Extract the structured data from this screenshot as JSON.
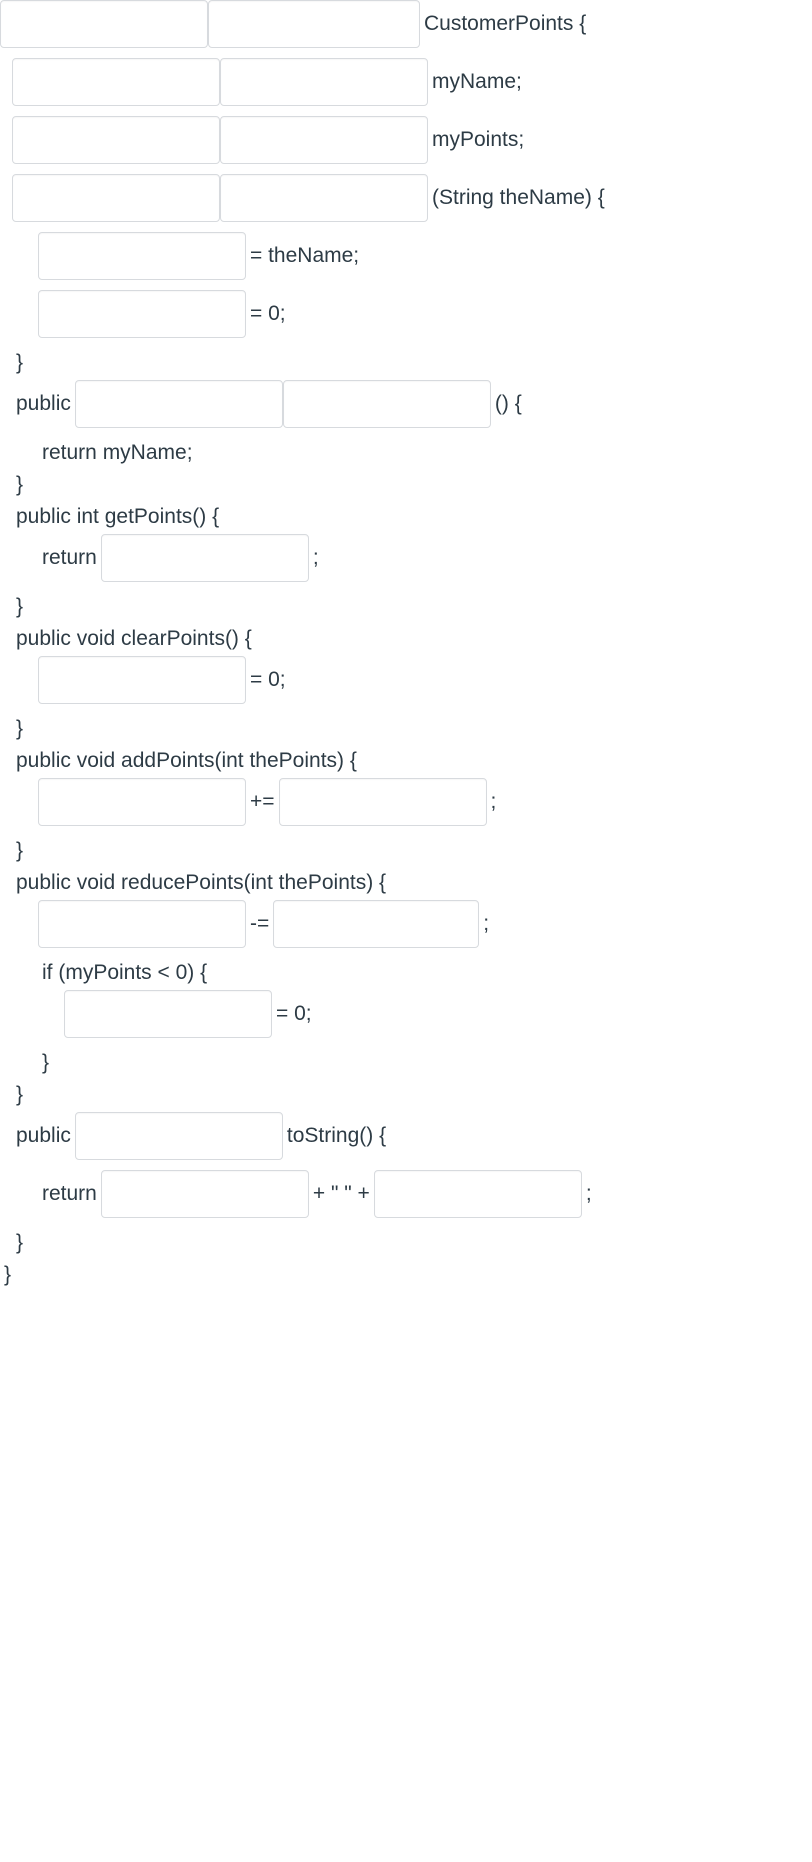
{
  "exercise": {
    "language": "java",
    "class_name_hint": "CustomerPoints",
    "blank_placeholder": "",
    "lines": [
      {
        "id": "line-class-decl",
        "indent": 0,
        "kind": "blank",
        "parts": [
          {
            "type": "blank",
            "name": "class-modifier-blank",
            "width": "w-lg",
            "value": ""
          },
          {
            "type": "blank",
            "name": "class-keyword-blank",
            "width": "w-xl",
            "value": ""
          },
          {
            "type": "text",
            "name": "class-name-text",
            "value": "CustomerPoints {"
          }
        ]
      },
      {
        "id": "line-field-myname",
        "indent": 1,
        "kind": "blank",
        "parts": [
          {
            "type": "blank",
            "name": "field-myname-modifier-blank",
            "width": "w-lg",
            "value": ""
          },
          {
            "type": "blank",
            "name": "field-myname-type-blank",
            "width": "w-lg",
            "value": ""
          },
          {
            "type": "text",
            "name": "field-myname-text",
            "value": "myName;"
          }
        ]
      },
      {
        "id": "line-field-mypoints",
        "indent": 1,
        "kind": "blank",
        "parts": [
          {
            "type": "blank",
            "name": "field-mypoints-modifier-blank",
            "width": "w-lg",
            "value": ""
          },
          {
            "type": "blank",
            "name": "field-mypoints-type-blank",
            "width": "w-lg",
            "value": ""
          },
          {
            "type": "text",
            "name": "field-mypoints-text",
            "value": "myPoints;"
          }
        ]
      },
      {
        "id": "line-constructor-decl",
        "indent": 1,
        "kind": "blank",
        "parts": [
          {
            "type": "blank",
            "name": "constructor-modifier-blank",
            "width": "w-lg",
            "value": ""
          },
          {
            "type": "blank",
            "name": "constructor-name-blank",
            "width": "w-lg",
            "value": ""
          },
          {
            "type": "text",
            "name": "constructor-params-text",
            "value": "(String theName) {"
          }
        ]
      },
      {
        "id": "line-assign-thename",
        "indent": 2,
        "kind": "blank",
        "parts": [
          {
            "type": "blank",
            "name": "assign-myname-target-blank",
            "width": "w-lg",
            "value": ""
          },
          {
            "type": "text",
            "name": "assign-thename-text",
            "value": "= theName;"
          }
        ]
      },
      {
        "id": "line-assign-zero-ctor",
        "indent": 2,
        "kind": "blank",
        "parts": [
          {
            "type": "blank",
            "name": "assign-mypoints-ctor-blank",
            "width": "w-lg",
            "value": ""
          },
          {
            "type": "text",
            "name": "assign-zero-ctor-text",
            "value": "= 0;"
          }
        ]
      },
      {
        "id": "line-close-ctor",
        "indent": 1,
        "kind": "text",
        "parts": [
          {
            "type": "text",
            "name": "close-brace-text",
            "value": "}"
          }
        ]
      },
      {
        "id": "line-getname-decl",
        "indent": 1,
        "kind": "blank",
        "parts": [
          {
            "type": "text",
            "name": "getname-public-text",
            "value": "public"
          },
          {
            "type": "blank",
            "name": "getname-returntype-blank",
            "width": "w-lg",
            "value": ""
          },
          {
            "type": "blank",
            "name": "getname-methodname-blank",
            "width": "w-lg",
            "value": ""
          },
          {
            "type": "text",
            "name": "getname-parens-text",
            "value": "() {"
          }
        ]
      },
      {
        "id": "line-return-myname",
        "indent": 2,
        "kind": "text",
        "parts": [
          {
            "type": "text",
            "name": "return-myname-text",
            "value": "return myName;"
          }
        ]
      },
      {
        "id": "line-close-getname",
        "indent": 1,
        "kind": "text",
        "parts": [
          {
            "type": "text",
            "name": "close-brace-text",
            "value": "}"
          }
        ]
      },
      {
        "id": "line-getpoints-decl",
        "indent": 1,
        "kind": "text",
        "parts": [
          {
            "type": "text",
            "name": "getpoints-signature-text",
            "value": "public int getPoints() {"
          }
        ]
      },
      {
        "id": "line-return-points",
        "indent": 2,
        "kind": "blank",
        "parts": [
          {
            "type": "text",
            "name": "return-keyword-text",
            "value": "return"
          },
          {
            "type": "blank",
            "name": "return-points-blank",
            "width": "w-lg",
            "value": ""
          },
          {
            "type": "text",
            "name": "semicolon-text",
            "value": ";"
          }
        ]
      },
      {
        "id": "line-close-getpoints",
        "indent": 1,
        "kind": "text",
        "parts": [
          {
            "type": "text",
            "name": "close-brace-text",
            "value": "}"
          }
        ]
      },
      {
        "id": "line-clearpoints-decl",
        "indent": 1,
        "kind": "text",
        "parts": [
          {
            "type": "text",
            "name": "clearpoints-signature-text",
            "value": "public void clearPoints() {"
          }
        ]
      },
      {
        "id": "line-clear-assign-zero",
        "indent": 2,
        "kind": "blank",
        "parts": [
          {
            "type": "blank",
            "name": "clearpoints-target-blank",
            "width": "w-lg",
            "value": ""
          },
          {
            "type": "text",
            "name": "assign-zero-text",
            "value": "= 0;"
          }
        ]
      },
      {
        "id": "line-close-clearpoints",
        "indent": 1,
        "kind": "text",
        "parts": [
          {
            "type": "text",
            "name": "close-brace-text",
            "value": "}"
          }
        ]
      },
      {
        "id": "line-addpoints-decl",
        "indent": 1,
        "kind": "text",
        "parts": [
          {
            "type": "text",
            "name": "addpoints-signature-text",
            "value": "public void addPoints(int thePoints) {"
          }
        ]
      },
      {
        "id": "line-add-compound",
        "indent": 2,
        "kind": "blank",
        "parts": [
          {
            "type": "blank",
            "name": "addpoints-target-blank",
            "width": "w-lg",
            "value": ""
          },
          {
            "type": "text",
            "name": "plus-equals-operator-text",
            "value": "+="
          },
          {
            "type": "blank",
            "name": "addpoints-operand-blank",
            "width": "w-lg",
            "value": ""
          },
          {
            "type": "text",
            "name": "semicolon-text",
            "value": ";"
          }
        ]
      },
      {
        "id": "line-close-addpoints",
        "indent": 1,
        "kind": "text",
        "parts": [
          {
            "type": "text",
            "name": "close-brace-text",
            "value": "}"
          }
        ]
      },
      {
        "id": "line-reducepoints-decl",
        "indent": 1,
        "kind": "text",
        "parts": [
          {
            "type": "text",
            "name": "reducepoints-signature-text",
            "value": "public void reducePoints(int thePoints) {"
          }
        ]
      },
      {
        "id": "line-reduce-compound",
        "indent": 2,
        "kind": "blank",
        "parts": [
          {
            "type": "blank",
            "name": "reducepoints-target-blank",
            "width": "w-lg",
            "value": ""
          },
          {
            "type": "text",
            "name": "minus-equals-operator-text",
            "value": "-="
          },
          {
            "type": "blank",
            "name": "reducepoints-operand-blank",
            "width": "w-2xl",
            "value": ""
          },
          {
            "type": "text",
            "name": "semicolon-text",
            "value": ";"
          }
        ]
      },
      {
        "id": "line-if-negative",
        "indent": 2,
        "kind": "text",
        "parts": [
          {
            "type": "text",
            "name": "if-condition-text",
            "value": "if (myPoints < 0) {"
          }
        ]
      },
      {
        "id": "line-if-assign-zero",
        "indent": 3,
        "kind": "blank",
        "parts": [
          {
            "type": "blank",
            "name": "if-body-target-blank",
            "width": "w-lg",
            "value": ""
          },
          {
            "type": "text",
            "name": "assign-zero-text",
            "value": "= 0;"
          }
        ]
      },
      {
        "id": "line-close-if",
        "indent": 2,
        "kind": "text",
        "parts": [
          {
            "type": "text",
            "name": "close-brace-text",
            "value": "}"
          }
        ]
      },
      {
        "id": "line-close-reducepoints",
        "indent": 1,
        "kind": "text",
        "parts": [
          {
            "type": "text",
            "name": "close-brace-text",
            "value": "}"
          }
        ]
      },
      {
        "id": "line-tostring-decl",
        "indent": 1,
        "kind": "blank",
        "parts": [
          {
            "type": "text",
            "name": "tostring-public-text",
            "value": "public"
          },
          {
            "type": "blank",
            "name": "tostring-returntype-blank",
            "width": "w-lg",
            "value": ""
          },
          {
            "type": "text",
            "name": "tostring-name-text",
            "value": "toString() {"
          }
        ]
      },
      {
        "id": "line-return-concat",
        "indent": 2,
        "kind": "blank",
        "parts": [
          {
            "type": "text",
            "name": "return-keyword-text",
            "value": "return"
          },
          {
            "type": "blank",
            "name": "tostring-left-operand-blank",
            "width": "w-lg",
            "value": ""
          },
          {
            "type": "text",
            "name": "concat-operator-text",
            "value": "+ \" \" +"
          },
          {
            "type": "blank",
            "name": "tostring-right-operand-blank",
            "width": "w-lg",
            "value": ""
          },
          {
            "type": "text",
            "name": "semicolon-text",
            "value": ";"
          }
        ]
      },
      {
        "id": "line-close-tostring",
        "indent": 1,
        "kind": "text",
        "parts": [
          {
            "type": "text",
            "name": "close-brace-text",
            "value": "}"
          }
        ]
      },
      {
        "id": "line-close-class",
        "indent": 0,
        "kind": "text",
        "parts": [
          {
            "type": "text",
            "name": "close-brace-text",
            "value": "}"
          }
        ]
      }
    ]
  }
}
